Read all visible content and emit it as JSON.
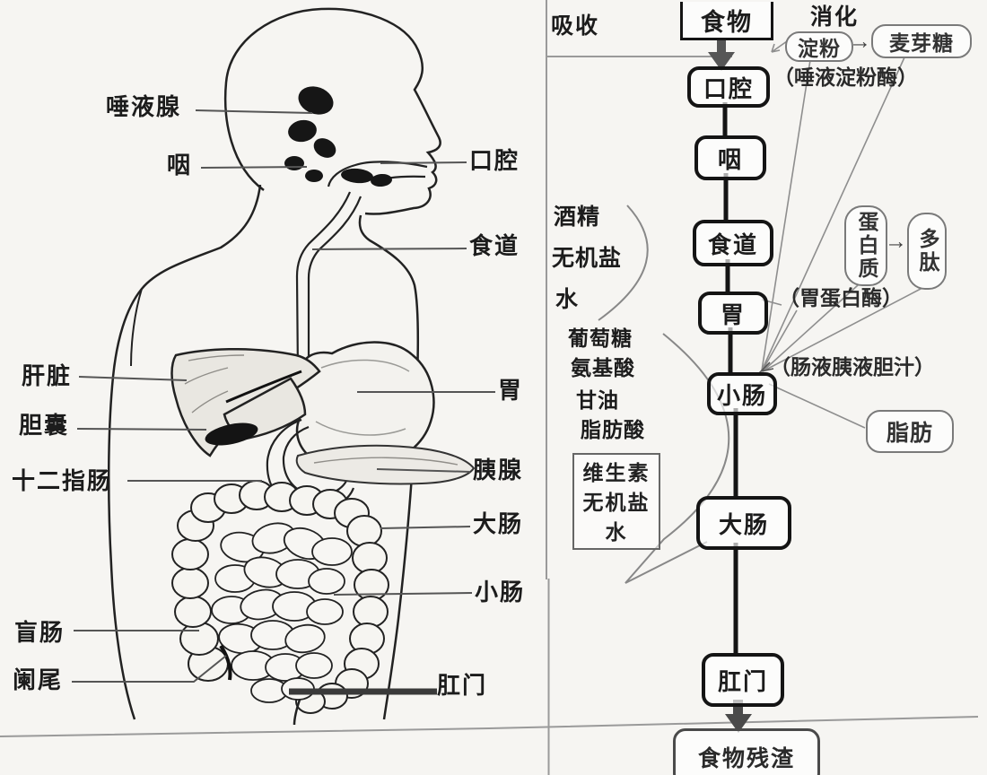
{
  "anatomy": {
    "labels": {
      "salivary_gland": "唾液腺",
      "pharynx": "咽",
      "oral_cavity": "口腔",
      "esophagus": "食道",
      "liver": "肝脏",
      "gallbladder": "胆囊",
      "duodenum": "十二指肠",
      "stomach": "胃",
      "pancreas": "胰腺",
      "large_intestine": "大肠",
      "small_intestine": "小肠",
      "cecum": "盲肠",
      "appendix": "阑尾",
      "anus": "肛门"
    }
  },
  "flow": {
    "absorption": "吸收",
    "digestion": "消化",
    "nodes": {
      "food": "食物",
      "mouth": "口腔",
      "pharynx": "咽",
      "esophagus": "食道",
      "stomach": "胃",
      "small_intestine": "小肠",
      "large_intestine": "大肠",
      "anus": "肛门",
      "residue": "食物残渣"
    },
    "products": {
      "starch": "淀粉",
      "maltose": "麦芽糖",
      "salivary_amylase": "（唾液淀粉酶）",
      "protein": "蛋白质",
      "polypeptide": "多肽",
      "pepsin": "（胃蛋白酶）",
      "intestinal_juices": "（肠液胰液胆汁）",
      "fat": "脂肪",
      "arrow": "→"
    },
    "absorbed_in_stomach": [
      "酒精",
      "无机盐",
      "水"
    ],
    "absorbed_in_small_intestine": [
      "葡萄糖",
      "氨基酸",
      "甘油",
      "脂肪酸"
    ],
    "absorbed_in_large_intestine": [
      "维生素",
      "无机盐",
      "水"
    ]
  },
  "colors": {
    "ink": "#1c1c1c",
    "thin_line": "#8a8a8a",
    "paper": "#f6f5f2",
    "thick_arrow": "#4f4f4f"
  }
}
